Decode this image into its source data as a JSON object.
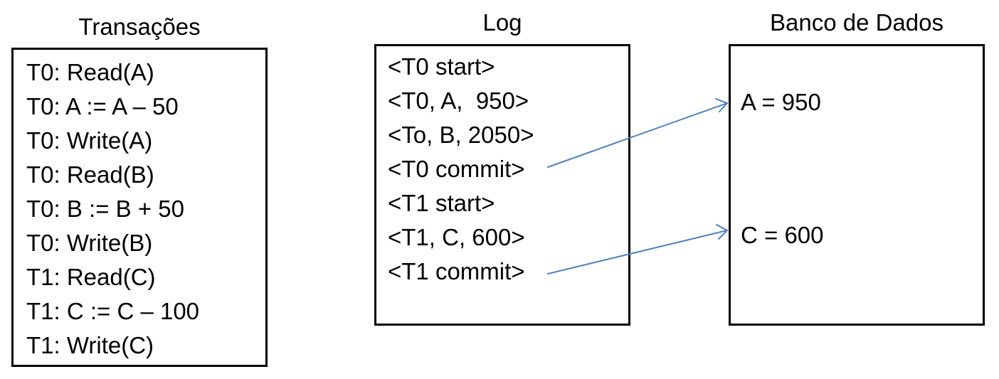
{
  "transactions": {
    "title": "Transações",
    "lines": [
      "T0: Read(A)",
      "T0: A := A – 50",
      "T0: Write(A)",
      "T0: Read(B)",
      "T0: B := B + 50",
      "T0: Write(B)",
      "T1: Read(C)",
      "T1: C := C – 100",
      "T1: Write(C)"
    ]
  },
  "log": {
    "title": "Log",
    "lines": [
      "<T0 start>",
      "<T0, A,  950>",
      "<To, B, 2050>",
      "<T0 commit>",
      "<T1 start>",
      "<T1, C, 600>",
      "<T1 commit>"
    ]
  },
  "database": {
    "title": "Banco de Dados",
    "entries": [
      "A = 950",
      "C = 600"
    ]
  },
  "colors": {
    "arrow": "#4f81bd",
    "border": "#000000",
    "text": "#000000"
  }
}
